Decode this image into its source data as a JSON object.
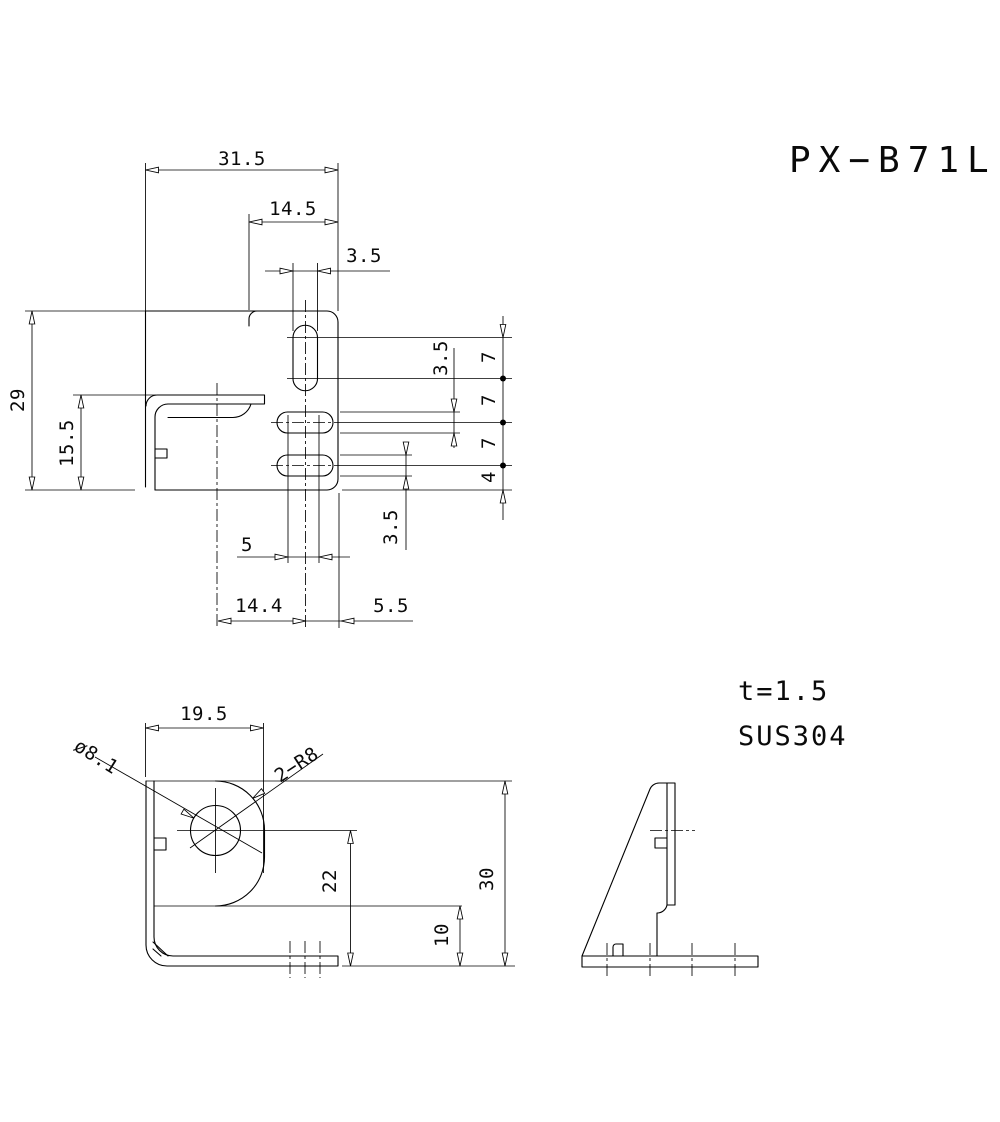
{
  "title": "PX−B71L",
  "notes": {
    "thickness": "t=1.5",
    "material": "SUS304"
  },
  "top_view": {
    "width_total": "31.5",
    "tab_width": "14.5",
    "slot_width": "3.5",
    "height_total": "29",
    "flange_height": "15.5",
    "pitch_1": "7",
    "pitch_2": "7",
    "pitch_3": "7",
    "bottom_offset": "4",
    "slot_a_height": "3.5",
    "slot_b_height": "3.5",
    "hole_pitch": "5",
    "center_offset": "14.4",
    "edge_distance": "5.5"
  },
  "front_view": {
    "width": "19.5",
    "hole_diameter": "ø8.1",
    "corner_radius": "2−R8",
    "hole_center_to_bottom": "22",
    "step_to_bottom": "10",
    "depth_total": "30"
  }
}
